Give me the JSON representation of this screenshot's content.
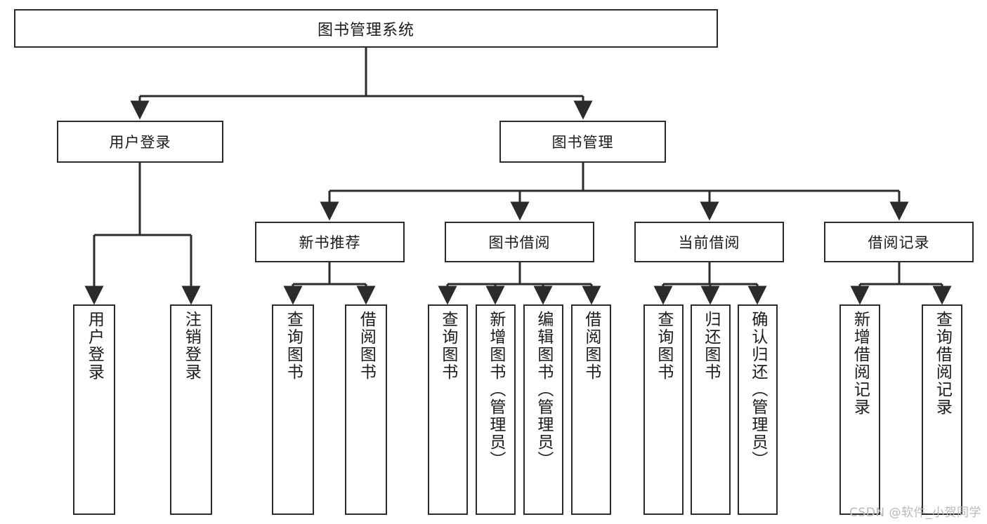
{
  "diagram": {
    "type": "tree",
    "title": "图书管理系统",
    "watermark": "CSDN @软件_小贺同学",
    "colors": {
      "stroke": "#2b2b2b",
      "fill": "#ffffff",
      "text": "#1a1a1a",
      "watermark": "#b9b9b9"
    },
    "nodes": {
      "root": "图书管理系统",
      "level2": [
        "用户登录",
        "图书管理"
      ],
      "level3": [
        "新书推荐",
        "图书借阅",
        "当前借阅",
        "借阅记录"
      ],
      "leaves_user_login": [
        "用户登录",
        "注销登录"
      ],
      "leaves_new_book": [
        "查询图书",
        "借阅图书"
      ],
      "leaves_borrow": [
        "查询图书",
        "新增图书（管理员）",
        "编辑图书（管理员）",
        "借阅图书"
      ],
      "leaves_current": [
        "查询图书",
        "归还图书",
        "确认归还（管理员）"
      ],
      "leaves_records": [
        "新增借阅记录",
        "查询借阅记录"
      ]
    },
    "edges": [
      {
        "from": "图书管理系统",
        "to": "用户登录"
      },
      {
        "from": "图书管理系统",
        "to": "图书管理"
      },
      {
        "from": "图书管理",
        "to": "新书推荐"
      },
      {
        "from": "图书管理",
        "to": "图书借阅"
      },
      {
        "from": "图书管理",
        "to": "当前借阅"
      },
      {
        "from": "图书管理",
        "to": "借阅记录"
      },
      {
        "from": "用户登录",
        "to": "用户登录"
      },
      {
        "from": "用户登录",
        "to": "注销登录"
      },
      {
        "from": "新书推荐",
        "to": "查询图书"
      },
      {
        "from": "新书推荐",
        "to": "借阅图书"
      },
      {
        "from": "图书借阅",
        "to": "查询图书"
      },
      {
        "from": "图书借阅",
        "to": "新增图书（管理员）"
      },
      {
        "from": "图书借阅",
        "to": "编辑图书（管理员）"
      },
      {
        "from": "图书借阅",
        "to": "借阅图书"
      },
      {
        "from": "当前借阅",
        "to": "查询图书"
      },
      {
        "from": "当前借阅",
        "to": "归还图书"
      },
      {
        "from": "当前借阅",
        "to": "确认归还（管理员）"
      },
      {
        "from": "借阅记录",
        "to": "新增借阅记录"
      },
      {
        "from": "借阅记录",
        "to": "查询借阅记录"
      }
    ]
  }
}
